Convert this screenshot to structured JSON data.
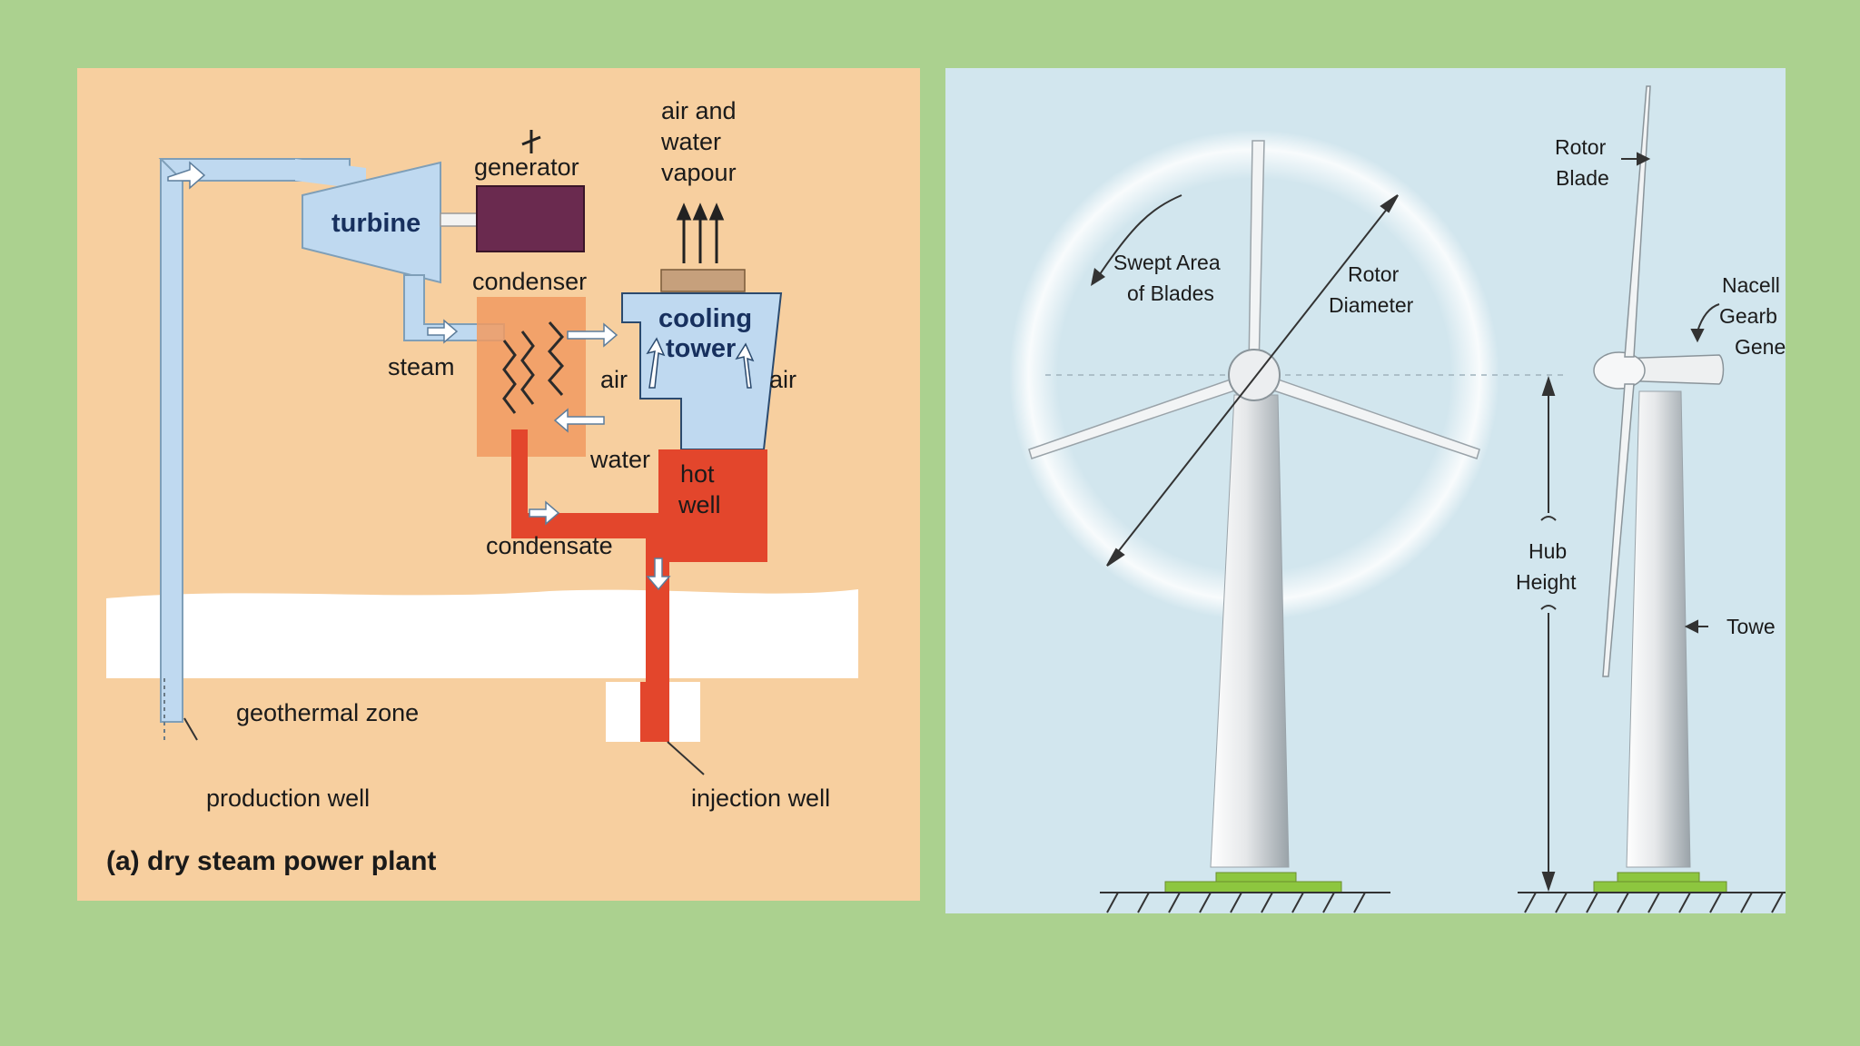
{
  "left_diagram": {
    "caption": "(a) dry steam power plant",
    "labels": {
      "generator": "generator",
      "turbine": "turbine",
      "air_water_vapour": [
        "air and",
        "water",
        "vapour"
      ],
      "condenser": "condenser",
      "cooling_tower": [
        "cooling",
        "tower"
      ],
      "steam": "steam",
      "air_left": "air",
      "air_right": "air",
      "water": "water",
      "hot_well": [
        "hot",
        "well"
      ],
      "condensate": "condensate",
      "geothermal_zone": "geothermal zone",
      "production_well": "production well",
      "injection_well": "injection well"
    },
    "colors": {
      "background": "#f7cf9f",
      "steam_pipe": "#bfd9f0",
      "generator": "#6a2a4f",
      "condenser": "#f19a60",
      "hot_water": "#e3462c",
      "ground": "#ffffff"
    }
  },
  "right_diagram": {
    "labels": {
      "swept_area": [
        "Swept Area",
        "of Blades"
      ],
      "rotor_diameter": [
        "Rotor",
        "Diameter"
      ],
      "rotor_blade": [
        "Rotor",
        "Blade"
      ],
      "nacelle_lines": [
        "Nacell",
        "Gearb",
        "Gene"
      ],
      "hub_height": [
        "Hub",
        "Height"
      ],
      "tower": "Towe"
    },
    "colors": {
      "background": "#d2e6ee",
      "foundation": "#8dc63f",
      "tower": "#e7eaec"
    }
  }
}
